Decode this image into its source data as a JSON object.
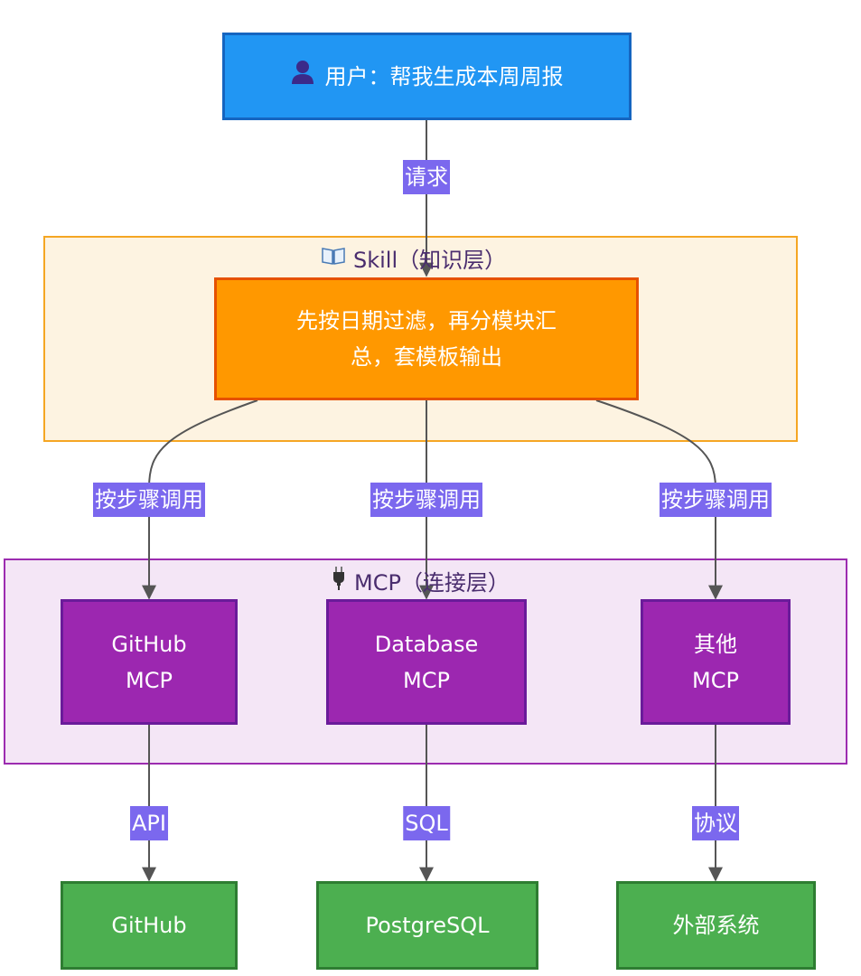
{
  "diagram": {
    "user_node": {
      "label": "用户：帮我生成本周周报",
      "icon": "user-icon"
    },
    "skill_group": {
      "title": "Skill（知识层）",
      "icon": "book-icon"
    },
    "skill_node": {
      "label": "先按日期过滤，再分模块汇\n总，套模板输出"
    },
    "mcp_group": {
      "title": "MCP（连接层）",
      "icon": "plug-icon"
    },
    "mcp_nodes": [
      {
        "label": "GitHub\nMCP"
      },
      {
        "label": "Database\nMCP"
      },
      {
        "label": "其他\nMCP"
      }
    ],
    "external_nodes": [
      {
        "label": "GitHub"
      },
      {
        "label": "PostgreSQL"
      },
      {
        "label": "外部系统"
      }
    ],
    "edge_labels": {
      "request": "请求",
      "step_call_1": "按步骤调用",
      "step_call_2": "按步骤调用",
      "step_call_3": "按步骤调用",
      "api": "API",
      "sql": "SQL",
      "protocol": "协议"
    },
    "colors": {
      "user": "#2196f3",
      "skill": "#ff9800",
      "mcp": "#9c27b0",
      "external": "#4caf50",
      "edge_label_bg": "#7b68ee",
      "skill_group_bg": "#fdf3e1",
      "mcp_group_bg": "#f4e6f6"
    }
  }
}
